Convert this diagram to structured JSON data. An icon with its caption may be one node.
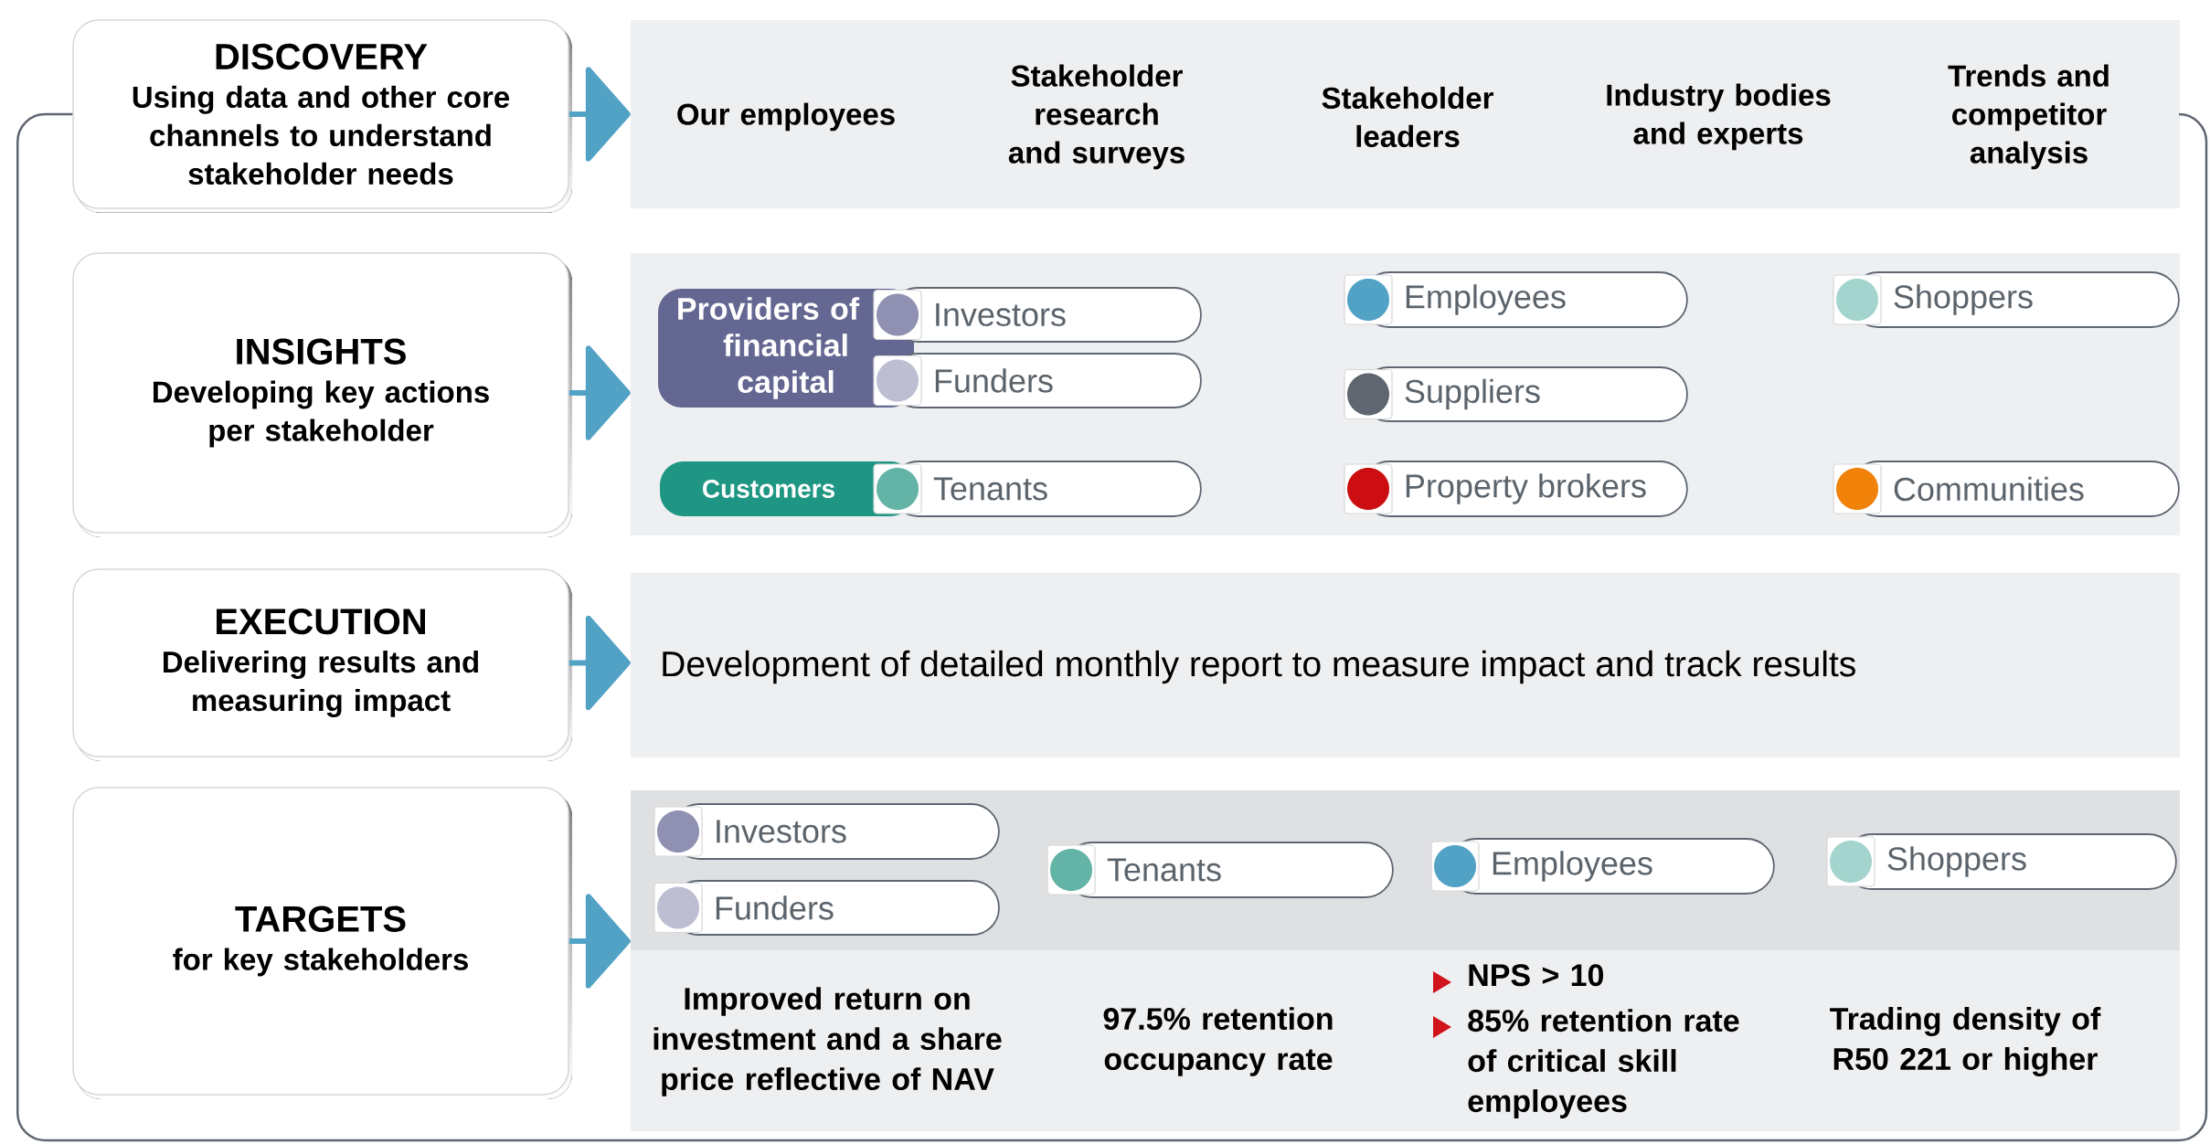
{
  "diagram": {
    "nodes": [
      {
        "text": [
          "DISCOVERY",
          "Using data and other core channels to understand stakeholder needs"
        ]
      },
      {
        "text": [
          "Our employees",
          "Stakeholder research and surveys",
          "Stakeholder leaders",
          "Industry bodies and experts",
          "Trends and competitor analysis"
        ]
      },
      {
        "text": [
          "INSIGHTS",
          "Developing key actions per stakeholder"
        ]
      },
      {
        "text": [],
        "shape": "box"
      },
      {
        "text": [
          "Providers of financial capital"
        ],
        "in": 3
      },
      {
        "text": [
          "Investors"
        ],
        "in": 3
      },
      {
        "text": [
          "Funders"
        ],
        "in": 3
      },
      {
        "text": [
          "Customers"
        ],
        "in": 3
      },
      {
        "text": [
          "Tenants"
        ],
        "in": 3
      },
      {
        "text": [
          "Employees"
        ],
        "in": 3
      },
      {
        "text": [
          "Suppliers"
        ],
        "in": 3
      },
      {
        "text": [
          "Property brokers"
        ],
        "in": 3
      },
      {
        "text": [
          "Shoppers"
        ],
        "in": 3
      },
      {
        "text": [
          "Communities"
        ],
        "in": 3
      },
      {
        "text": [
          "EXECUTION",
          "Delivering results and measuring impact"
        ]
      },
      {
        "text": [
          "Development of detailed monthly report to measure impact and track results"
        ]
      },
      {
        "text": [
          "TARGETS",
          "for key stakeholders"
        ]
      },
      {
        "text": [
          "Improved return on investment and a share price reflective of NAV",
          "97.5% retention occupancy rate",
          "NPS > 10",
          "85% retention rate of critical skill employees",
          "Trading density of R50 221 or higher"
        ]
      },
      {
        "text": [
          "Investors"
        ],
        "in": 17
      },
      {
        "text": [
          "Funders"
        ],
        "in": 17
      },
      {
        "text": [
          "Tenants"
        ],
        "in": 17
      },
      {
        "text": [
          "Employees"
        ],
        "in": 17
      },
      {
        "text": [
          "Shoppers"
        ],
        "in": 17
      }
    ],
    "edges": [
      {
        "from": 0,
        "to": 1,
        "arrow": "to"
      },
      {
        "from": 2,
        "to": 3,
        "arrow": "to"
      },
      {
        "from": 14,
        "to": 15,
        "arrow": "to"
      },
      {
        "from": 16,
        "to": 17,
        "arrow": "to"
      },
      {
        "from": 1,
        "to": 0,
        "arrow": "none"
      }
    ]
  }
}
